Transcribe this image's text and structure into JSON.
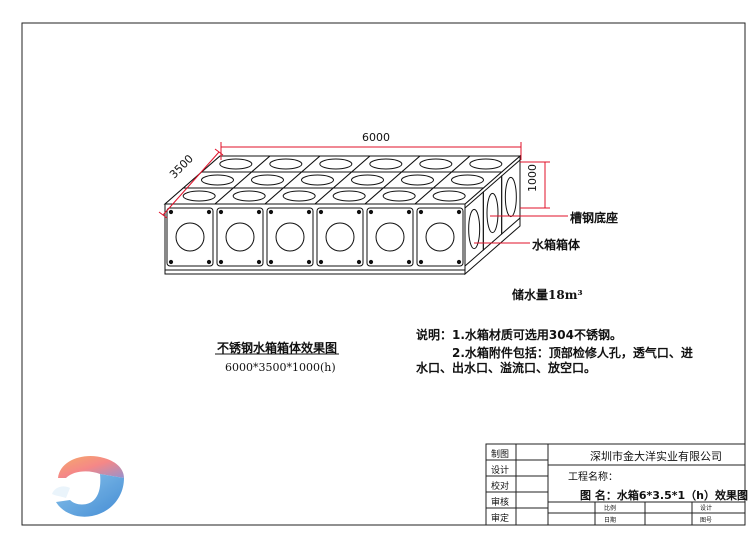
{
  "drawing": {
    "dimensions": {
      "length": "6000",
      "width": "3500",
      "height": "1000"
    },
    "callouts": {
      "base": "槽钢底座",
      "tank_body": "水箱箱体"
    },
    "capacity": "储水量18m³",
    "figure_title": "不锈钢水箱箱体效果图",
    "figure_spec": "6000*3500*1000(h)",
    "notes": {
      "line1": "说明：1.水箱材质可选用304不锈钢。",
      "line2": "2.水箱附件包括：顶部检修人孔，透气口、进",
      "line3": "水口、出水口、溢流口、放空口。"
    },
    "panel_grid": {
      "cols": 6,
      "rows": 3
    },
    "colors": {
      "annotation": "#e0112a",
      "line": "#111111"
    }
  },
  "title_block": {
    "labels": [
      "制图",
      "设计",
      "校对",
      "审核",
      "审定"
    ],
    "company": "深圳市金大洋实业有限公司",
    "project_label": "工程名称：",
    "drawing_name": "图  名：水箱6*3.5*1（h）效果图",
    "small_labels": [
      "比例",
      "设计",
      "日期",
      "图号"
    ]
  },
  "logo": {
    "icon": "company-logo-icon"
  }
}
